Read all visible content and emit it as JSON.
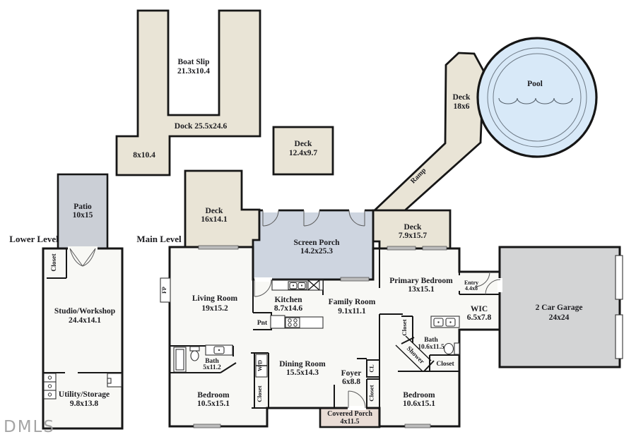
{
  "watermark": "DMLS",
  "levels": {
    "lower": "Lower Level",
    "main": "Main Level"
  },
  "outdoor": {
    "boat_slip": {
      "name": "Boat Slip",
      "dims": "21.3x10.4"
    },
    "dock": {
      "label": "Dock 25.5x24.6"
    },
    "dock_finger": {
      "dims": "8x10.4"
    },
    "water_deck": {
      "name": "Deck",
      "dims": "12.4x9.7"
    },
    "pool": {
      "name": "Pool"
    },
    "pool_deck": {
      "name": "Deck",
      "dims": "18x6"
    },
    "ramp": {
      "name": "Ramp"
    },
    "rear_deck": {
      "name": "Deck",
      "dims": "7.9x15.7"
    },
    "side_deck": {
      "name": "Deck",
      "dims": "16x14.1"
    },
    "screen_porch": {
      "name": "Screen Porch",
      "dims": "14.2x25.3"
    },
    "patio": {
      "name": "Patio",
      "dims": "10x15"
    },
    "covered_porch": {
      "name": "Covered Porch",
      "dims": "4x11.5"
    }
  },
  "main_level": {
    "living_room": {
      "name": "Living Room",
      "dims": "19x15.2"
    },
    "kitchen": {
      "name": "Kitchen",
      "dims": "8.7x14.6"
    },
    "family_room": {
      "name": "Family Room",
      "dims": "9.1x11.1"
    },
    "dining_room": {
      "name": "Dining Room",
      "dims": "15.5x14.3"
    },
    "foyer": {
      "name": "Foyer",
      "dims": "6x8.8"
    },
    "bath": {
      "name": "Bath",
      "dims": "5x11.2"
    },
    "bedroom_front": {
      "name": "Bedroom",
      "dims": "10.5x15.1"
    },
    "bedroom_rear": {
      "name": "Bedroom",
      "dims": "10.6x15.1"
    },
    "primary_bedroom": {
      "name": "Primary Bedroom",
      "dims": "13x15.1"
    },
    "primary_bath": {
      "name": "Bath",
      "dims": "10.6x11.5"
    },
    "wic": {
      "name": "WIC",
      "dims": "6.5x7.8"
    },
    "entry": {
      "name": "Entry",
      "dims": "4.4x8"
    },
    "garage": {
      "name": "2 Car Garage",
      "dims": "24x24"
    }
  },
  "lower_level": {
    "studio": {
      "name": "Studio/Workshop",
      "dims": "24.4x14.1"
    },
    "utility": {
      "name": "Utility/Storage",
      "dims": "9.8x13.8"
    }
  },
  "fixtures": {
    "fireplace": "FP",
    "washer_dryer": "W/D",
    "pantry": "Pnt",
    "closet": "Closet",
    "closet_abbr": "CL",
    "shower": "Shower"
  },
  "colors": {
    "deck_beige": "#e9e4d6",
    "screen_porch_blue": "#ced5e0",
    "pool_blue": "#d8e9f8",
    "patio_gray": "#cbcfd6",
    "garage_gray": "#d3d4d5",
    "covered_porch_pink": "#e9dcd5",
    "interior_white": "#f8f8f5",
    "wall_black": "#161616"
  }
}
